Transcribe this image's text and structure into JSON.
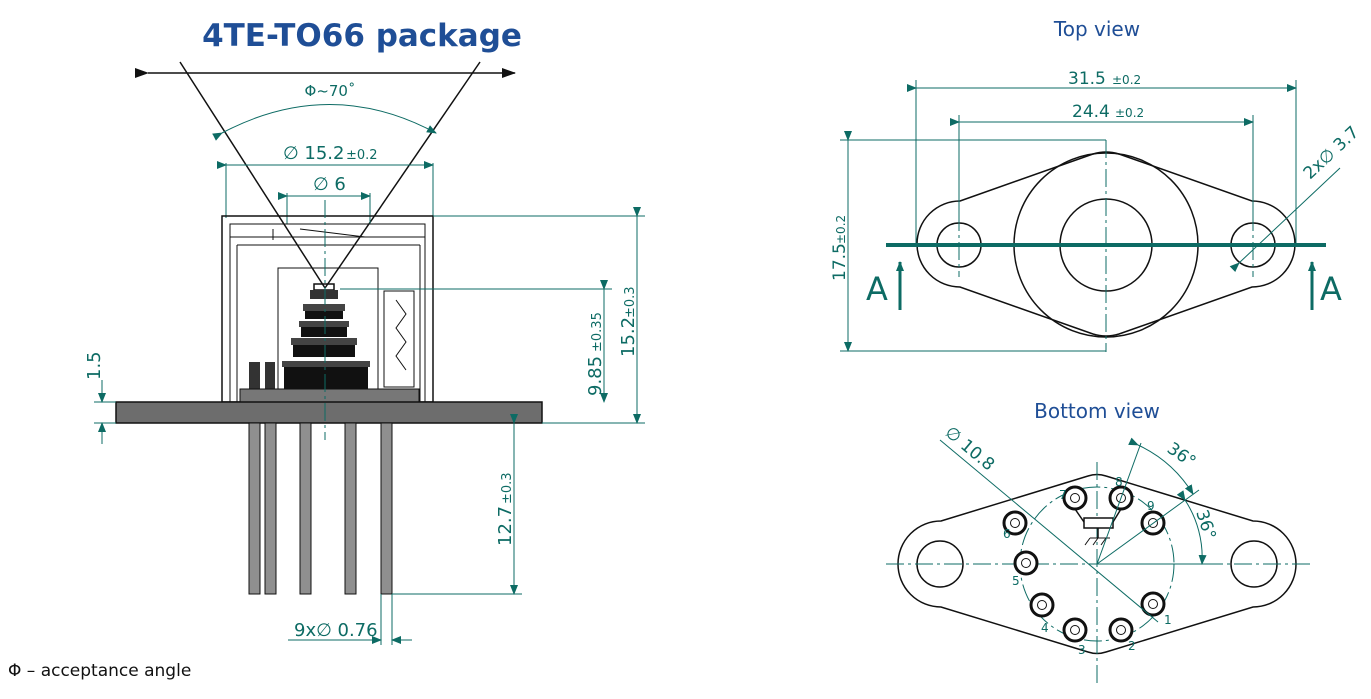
{
  "title": "4TE-TO66 package",
  "top_view_label": "Top view",
  "bottom_view_label": "Bottom view",
  "caption": "Φ – acceptance angle",
  "side_view": {
    "angle": "Φ~70˚",
    "dia_cap": "∅ 15.2",
    "dia_cap_tol": "±0.2",
    "dia_window": "∅ 6",
    "height_total": "15.2",
    "height_total_tol": "±0.3",
    "height_chip": "9.85",
    "height_chip_tol": "±0.35",
    "flange": "1.5",
    "lead_length": "12.7",
    "lead_length_tol": "±0.3",
    "leads": "9x∅ 0.76"
  },
  "top_view": {
    "width_total": "31.5",
    "width_total_tol": "±0.2",
    "hole_spacing": "24.4",
    "hole_spacing_tol": "±0.2",
    "height": "17.5",
    "height_tol": "±0.2",
    "holes": "2x∅ 3.7",
    "section_left": "A",
    "section_right": "A"
  },
  "bottom_view": {
    "pin_circle": "∅ 10.8",
    "angle_1": "36°",
    "angle_2": "36°",
    "pins": [
      "1",
      "2",
      "3",
      "4",
      "5",
      "6",
      "7",
      "8",
      "9"
    ]
  }
}
